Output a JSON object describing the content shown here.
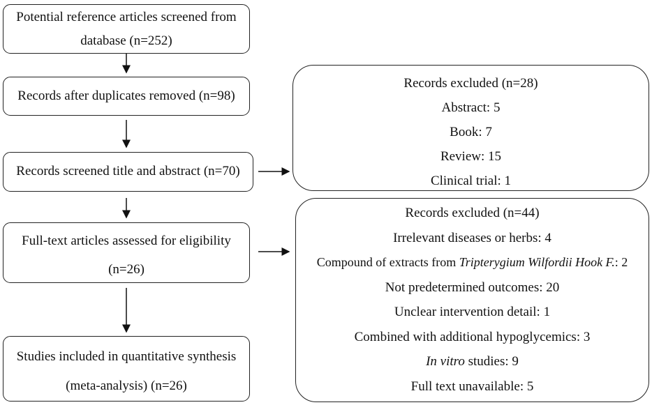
{
  "flow": {
    "identified": {
      "line1": "Potential reference articles screened from",
      "line2": "database (n=252)"
    },
    "duplicates_removed": {
      "text": "Records after duplicates removed (n=98)"
    },
    "screened": {
      "text": "Records screened title and abstract (n=70)"
    },
    "full_text": {
      "line1": "Full-text articles assessed for eligibility",
      "line2": "(n=26)"
    },
    "included": {
      "line1": "Studies included in quantitative synthesis",
      "line2": "(meta-analysis) (n=26)"
    }
  },
  "excluded_screening": {
    "title": "Records excluded (n=28)",
    "items": [
      "Abstract: 5",
      "Book: 7",
      "Review: 15",
      "Clinical trial: 1"
    ]
  },
  "excluded_eligibility": {
    "title": "Records excluded (n=44)",
    "items": {
      "irrelevant": "Irrelevant diseases or herbs: 4",
      "compound_prefix": "Compound of extracts from ",
      "compound_species": "Tripterygium Wilfordii Hook F.",
      "compound_suffix": ": 2",
      "not_predetermined": "Not predetermined outcomes: 20",
      "unclear": "Unclear intervention detail: 1",
      "combined": "Combined with additional hypoglycemics: 3",
      "in_vitro_prefix": "In vitro",
      "in_vitro_suffix": " studies: 9",
      "full_text_unavailable": "Full text unavailable: 5"
    }
  }
}
